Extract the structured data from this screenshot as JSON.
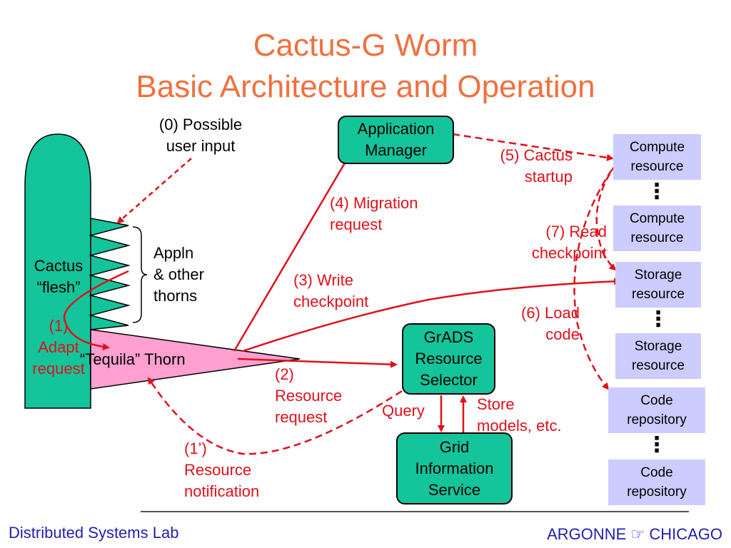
{
  "title": {
    "line1": "Cactus-G Worm",
    "line2": "Basic Architecture and Operation"
  },
  "labels": {
    "user_input": [
      "(0) Possible",
      "user input"
    ],
    "appln_thorns": [
      "Appln",
      "& other",
      "thorns"
    ],
    "cactus_flesh": [
      "Cactus",
      "“flesh”"
    ],
    "tequila_thorn": "“Tequila” Thorn",
    "adapt_request": [
      "(1)",
      "Adapt",
      "request"
    ],
    "resource_notification": [
      "(1’)",
      "Resource",
      "notification"
    ],
    "resource_request": [
      "(2)",
      "Resource",
      "request"
    ],
    "write_checkpoint": [
      "(3) Write",
      "checkpoint"
    ],
    "migration_request": [
      "(4) Migration",
      "request"
    ],
    "cactus_startup": [
      "(5) Cactus",
      "startup"
    ],
    "load_code": [
      "(6) Load",
      "code"
    ],
    "read_checkpoint": [
      "(7) Read",
      "checkpoint"
    ],
    "query": "Query",
    "store_models": [
      "Store",
      "models, etc."
    ]
  },
  "boxes": {
    "app_manager": [
      "Application",
      "Manager"
    ],
    "grads": [
      "GrADS",
      "Resource",
      "Selector"
    ],
    "gis": [
      "Grid",
      "Information",
      "Service"
    ]
  },
  "resources": [
    [
      "Compute",
      "resource"
    ],
    [
      "Compute",
      "resource"
    ],
    [
      "Storage",
      "resource"
    ],
    [
      "Storage",
      "resource"
    ],
    [
      "Code",
      "repository"
    ],
    [
      "Code",
      "repository"
    ]
  ],
  "ellipsis": "⋮",
  "footer": {
    "left": "Distributed Systems Lab",
    "right_a": "ARGONNE",
    "right_icon": "☞",
    "right_b": "CHICAGO"
  },
  "colors": {
    "title": "#F07040",
    "arrow_red": "#E0101A",
    "green_box": "#14C49A",
    "resource_box": "#CCCCFF",
    "tequila": "#FFA0D0",
    "footer": "#1F1FB0"
  }
}
